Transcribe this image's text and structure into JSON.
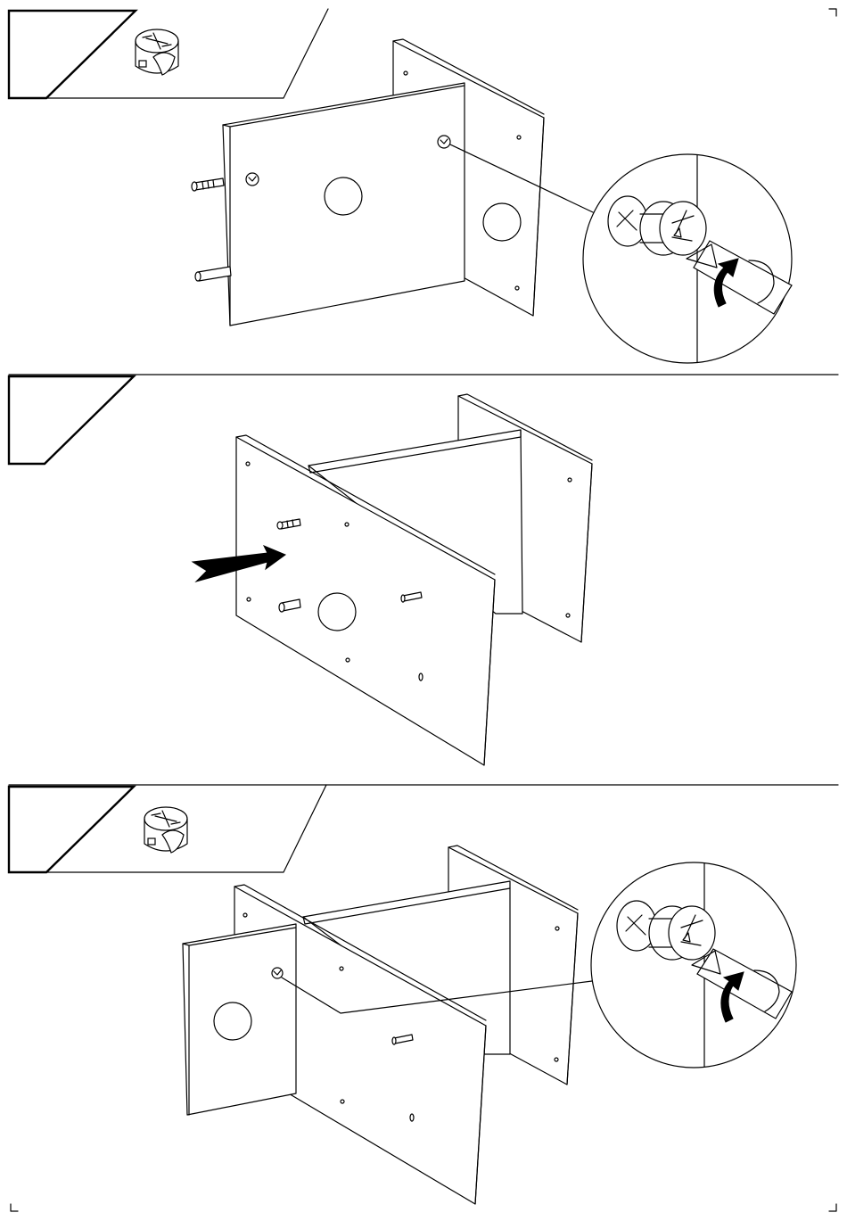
{
  "document": {
    "type": "assembly-instruction-page",
    "steps": [
      {
        "id": "step-1",
        "part_icon": "cam-lock-fitting-icon",
        "action": "tighten-cam-lock",
        "tool": "screwdriver-icon",
        "motion": "rotate-clockwise-arrow-icon"
      },
      {
        "id": "step-2",
        "part_icon": "",
        "action": "attach-panel",
        "motion": "push-arrow-icon"
      },
      {
        "id": "step-3",
        "part_icon": "cam-lock-fitting-icon",
        "action": "tighten-cam-lock",
        "tool": "screwdriver-icon",
        "motion": "rotate-clockwise-arrow-icon"
      }
    ],
    "colors": {
      "ink": "#000000",
      "paper": "#ffffff"
    }
  }
}
